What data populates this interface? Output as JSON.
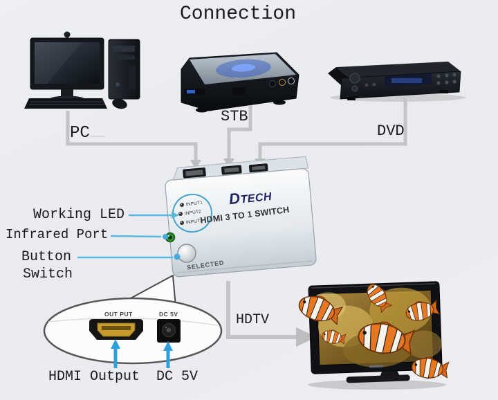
{
  "page": {
    "title": "Connection"
  },
  "devices": {
    "pc": "PC",
    "stb": "STB",
    "dvd": "DVD",
    "hdtv": "HDTV"
  },
  "switch": {
    "brand": "DTECH",
    "model": "HDMI 3 TO 1 SWITCH",
    "leds": [
      "INPUT1",
      "INPUT2",
      "INPUT3"
    ],
    "selected": "SELECTED"
  },
  "annotations": {
    "working_led": "Working LED",
    "infrared_port": "Infrared Port",
    "button": "Button",
    "switch": "Switch",
    "hdmi_output": "HDMI Output",
    "dc_power": "DC 5V"
  },
  "rear_panel": {
    "output": "OUT PUT",
    "dc": "DC 5V"
  },
  "colors": {
    "background": "#eceef2",
    "connector_line": "#c3c4c6",
    "annotation_line": "#58b7db",
    "brand_blue": "#1c2360",
    "ir_green": "#2f8f2f",
    "hdmi_gold": "#c79a2e"
  }
}
